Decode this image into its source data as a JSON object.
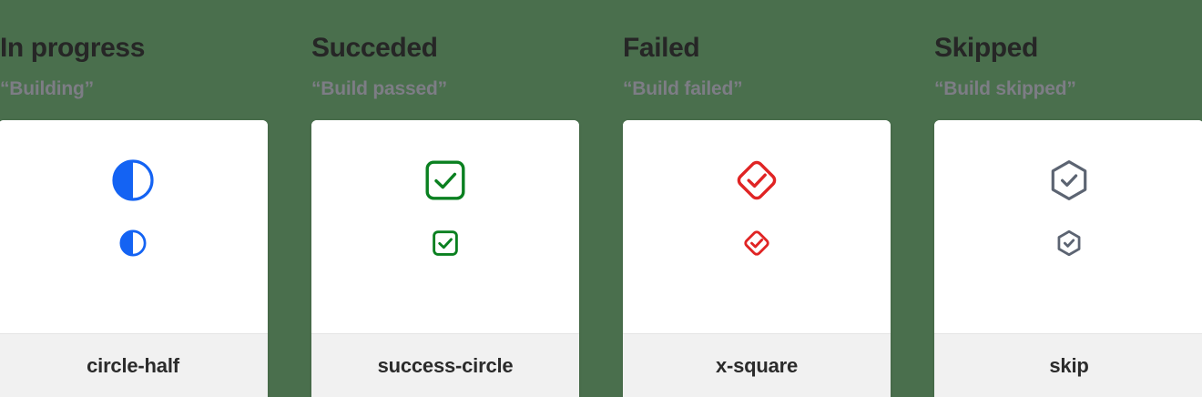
{
  "page": {
    "background_color": "#4a6f4d",
    "card_background": "#ffffff",
    "card_footer_background": "#f1f1f1",
    "heading_color": "#262626",
    "quote_color": "#7d7d85"
  },
  "columns": [
    {
      "title": "In progress",
      "quote": "“Building”",
      "icon_name": "circle-half",
      "icon_label": "circle-half",
      "icon_color": "#1463f3"
    },
    {
      "title": "Succeded",
      "quote": "“Build passed”",
      "icon_name": "success-circle",
      "icon_label": "success-circle",
      "icon_color": "#0a8020"
    },
    {
      "title": "Failed",
      "quote": "“Build failed”",
      "icon_name": "x-square",
      "icon_label": "x-square",
      "icon_color": "#e02424"
    },
    {
      "title": "Skipped",
      "quote": "“Build skipped”",
      "icon_name": "skip",
      "icon_label": "skip",
      "icon_color": "#5c6472"
    }
  ]
}
